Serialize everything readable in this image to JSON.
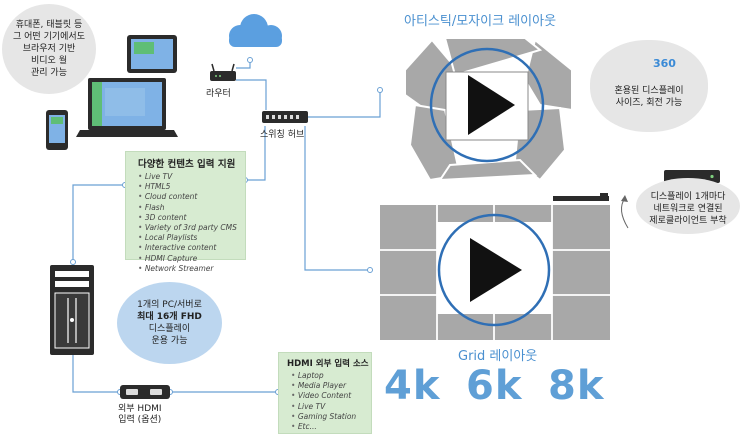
{
  "bubbles": {
    "devices": [
      "휴대폰, 태블릿 등",
      "그 어떤 기기에서도",
      "브라우저 기반",
      "비디오 월",
      "관리 가능"
    ],
    "rotation": [
      "혼용된 디스플레이",
      "사이즈, 회전 가능"
    ],
    "server": [
      "1개의 PC/서버로",
      "최대 16개 FHD",
      "디스플레이",
      "운용 가능"
    ],
    "zero_client": [
      "디스플레이 1개마다",
      "네트워크로 연결된",
      "제로클라이언트 부착"
    ]
  },
  "badge_360": "360",
  "labels": {
    "router": "라우터",
    "switching_hub": "스위칭 허브",
    "hdmi_external": [
      "외부 HDMI",
      "입력 (옵션)"
    ]
  },
  "headings": {
    "artistic": "아티스틱/모자이크 레이아웃",
    "grid": "Grid 레이아웃"
  },
  "content_box": {
    "title": "다양한 컨텐츠 입력 지원",
    "items": [
      "Live TV",
      "HTML5",
      "Cloud content",
      "Flash",
      "3D content",
      "Variety of 3rd party CMS",
      "Local Playlists",
      "Interactive content",
      "HDMI Capture",
      "Network Streamer"
    ]
  },
  "hdmi_box": {
    "title": "HDMI 외부 입력 소스",
    "items": [
      "Laptop",
      "Media Player",
      "Video Content",
      "Live TV",
      "Gaming Station",
      "Etc..."
    ]
  },
  "resolutions": [
    "4k",
    "6k",
    "8k"
  ],
  "colors": {
    "accent_blue": "#4a90d0",
    "panel_grey": "#a8a8a8",
    "green_box": "#d7ebd1",
    "bubble_blue": "#bcd6ef"
  }
}
